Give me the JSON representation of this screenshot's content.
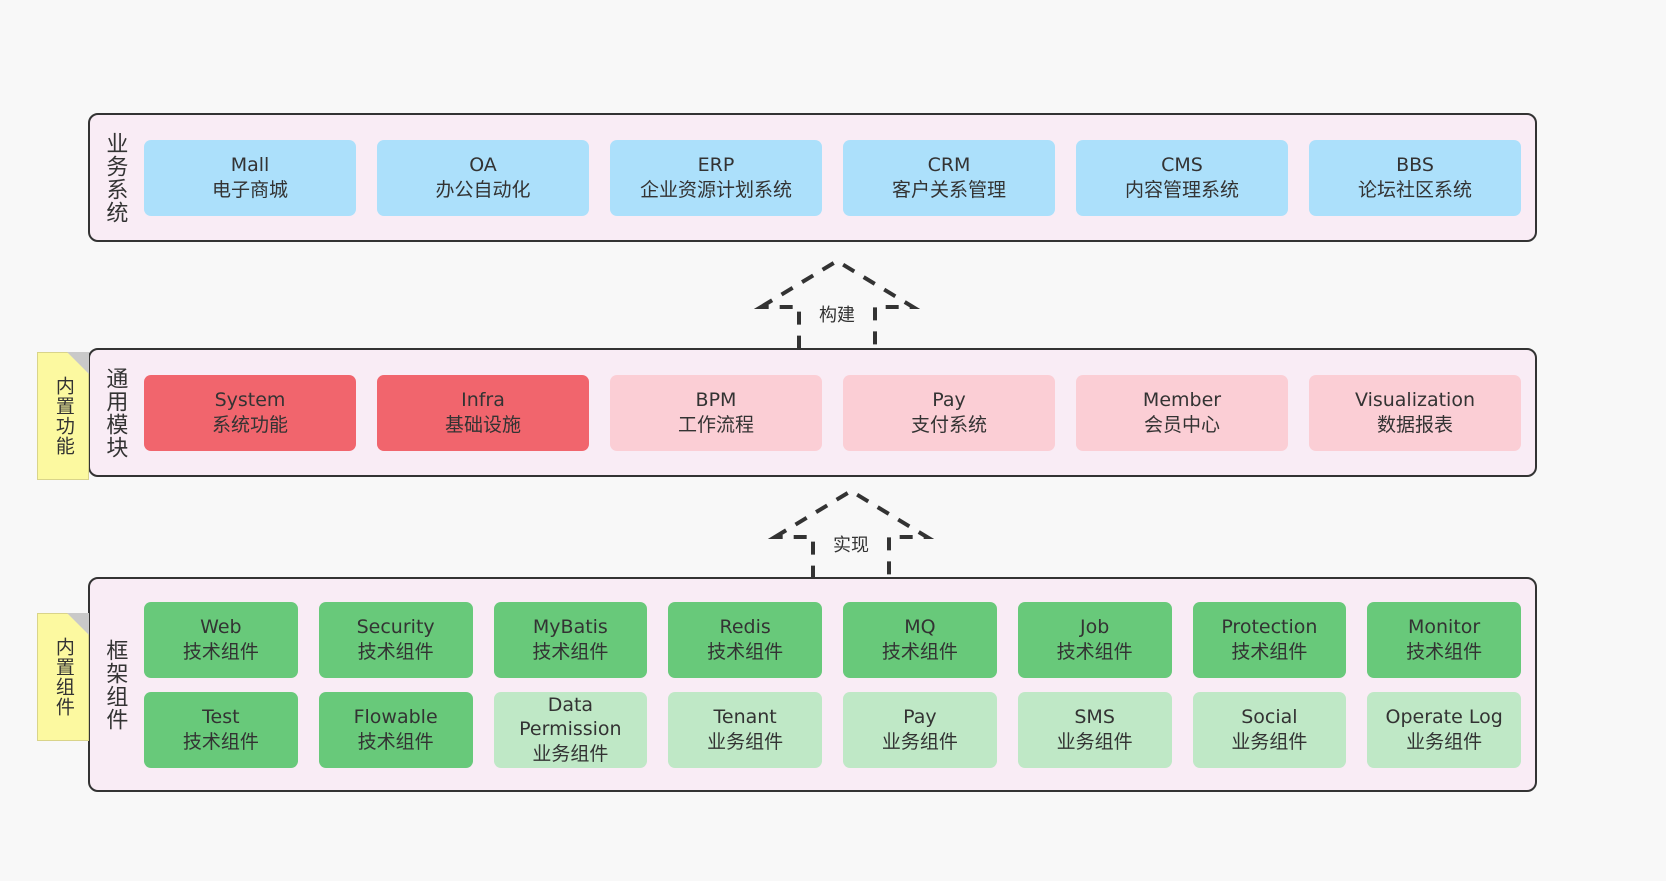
{
  "diagram": {
    "background_color": "#f8f8f8",
    "panel_color": "#f9ecf5",
    "border_color": "#333333"
  },
  "notes": [
    {
      "id": "builtin-functions",
      "text": "内置功能",
      "color": "#fcf9a0"
    },
    {
      "id": "builtin-components",
      "text": "内置组件",
      "color": "#fcf9a0"
    }
  ],
  "connectors": [
    {
      "id": "build",
      "label": "构建",
      "style": "dashed-hollow-arrow-up"
    },
    {
      "id": "implement",
      "label": "实现",
      "style": "dashed-hollow-arrow-up"
    }
  ],
  "layers": [
    {
      "id": "business-systems",
      "title": "业务系统",
      "rows": [
        {
          "cards": [
            {
              "name": "Mall",
              "desc": "电子商城",
              "color": "#ace0fb"
            },
            {
              "name": "OA",
              "desc": "办公自动化",
              "color": "#ace0fb"
            },
            {
              "name": "ERP",
              "desc": "企业资源计划系统",
              "color": "#ace0fb"
            },
            {
              "name": "CRM",
              "desc": "客户关系管理",
              "color": "#ace0fb"
            },
            {
              "name": "CMS",
              "desc": "内容管理系统",
              "color": "#ace0fb"
            },
            {
              "name": "BBS",
              "desc": "论坛社区系统",
              "color": "#ace0fb"
            }
          ]
        }
      ]
    },
    {
      "id": "common-modules",
      "title": "通用模块",
      "rows": [
        {
          "cards": [
            {
              "name": "System",
              "desc": "系统功能",
              "color": "#f1656d"
            },
            {
              "name": "Infra",
              "desc": "基础设施",
              "color": "#f1656d"
            },
            {
              "name": "BPM",
              "desc": "工作流程",
              "color": "#fbced5"
            },
            {
              "name": "Pay",
              "desc": "支付系统",
              "color": "#fbced5"
            },
            {
              "name": "Member",
              "desc": "会员中心",
              "color": "#fbced5"
            },
            {
              "name": "Visualization",
              "desc": "数据报表",
              "color": "#fbced5"
            }
          ]
        }
      ]
    },
    {
      "id": "framework-components",
      "title": "框架组件",
      "rows": [
        {
          "cards": [
            {
              "name": "Web",
              "desc": "技术组件",
              "color": "#68c97a"
            },
            {
              "name": "Security",
              "desc": "技术组件",
              "color": "#68c97a"
            },
            {
              "name": "MyBatis",
              "desc": "技术组件",
              "color": "#68c97a"
            },
            {
              "name": "Redis",
              "desc": "技术组件",
              "color": "#68c97a"
            },
            {
              "name": "MQ",
              "desc": "技术组件",
              "color": "#68c97a"
            },
            {
              "name": "Job",
              "desc": "技术组件",
              "color": "#68c97a"
            },
            {
              "name": "Protection",
              "desc": "技术组件",
              "color": "#68c97a"
            },
            {
              "name": "Monitor",
              "desc": "技术组件",
              "color": "#68c97a"
            }
          ]
        },
        {
          "cards": [
            {
              "name": "Test",
              "desc": "技术组件",
              "color": "#68c97a"
            },
            {
              "name": "Flowable",
              "desc": "技术组件",
              "color": "#68c97a"
            },
            {
              "name": "Data Permission",
              "desc": "业务组件",
              "color": "#bfe8c6",
              "wrap": true
            },
            {
              "name": "Tenant",
              "desc": "业务组件",
              "color": "#bfe8c6"
            },
            {
              "name": "Pay",
              "desc": "业务组件",
              "color": "#bfe8c6"
            },
            {
              "name": "SMS",
              "desc": "业务组件",
              "color": "#bfe8c6"
            },
            {
              "name": "Social",
              "desc": "业务组件",
              "color": "#bfe8c6"
            },
            {
              "name": "Operate Log",
              "desc": "业务组件",
              "color": "#bfe8c6"
            }
          ]
        }
      ]
    }
  ]
}
